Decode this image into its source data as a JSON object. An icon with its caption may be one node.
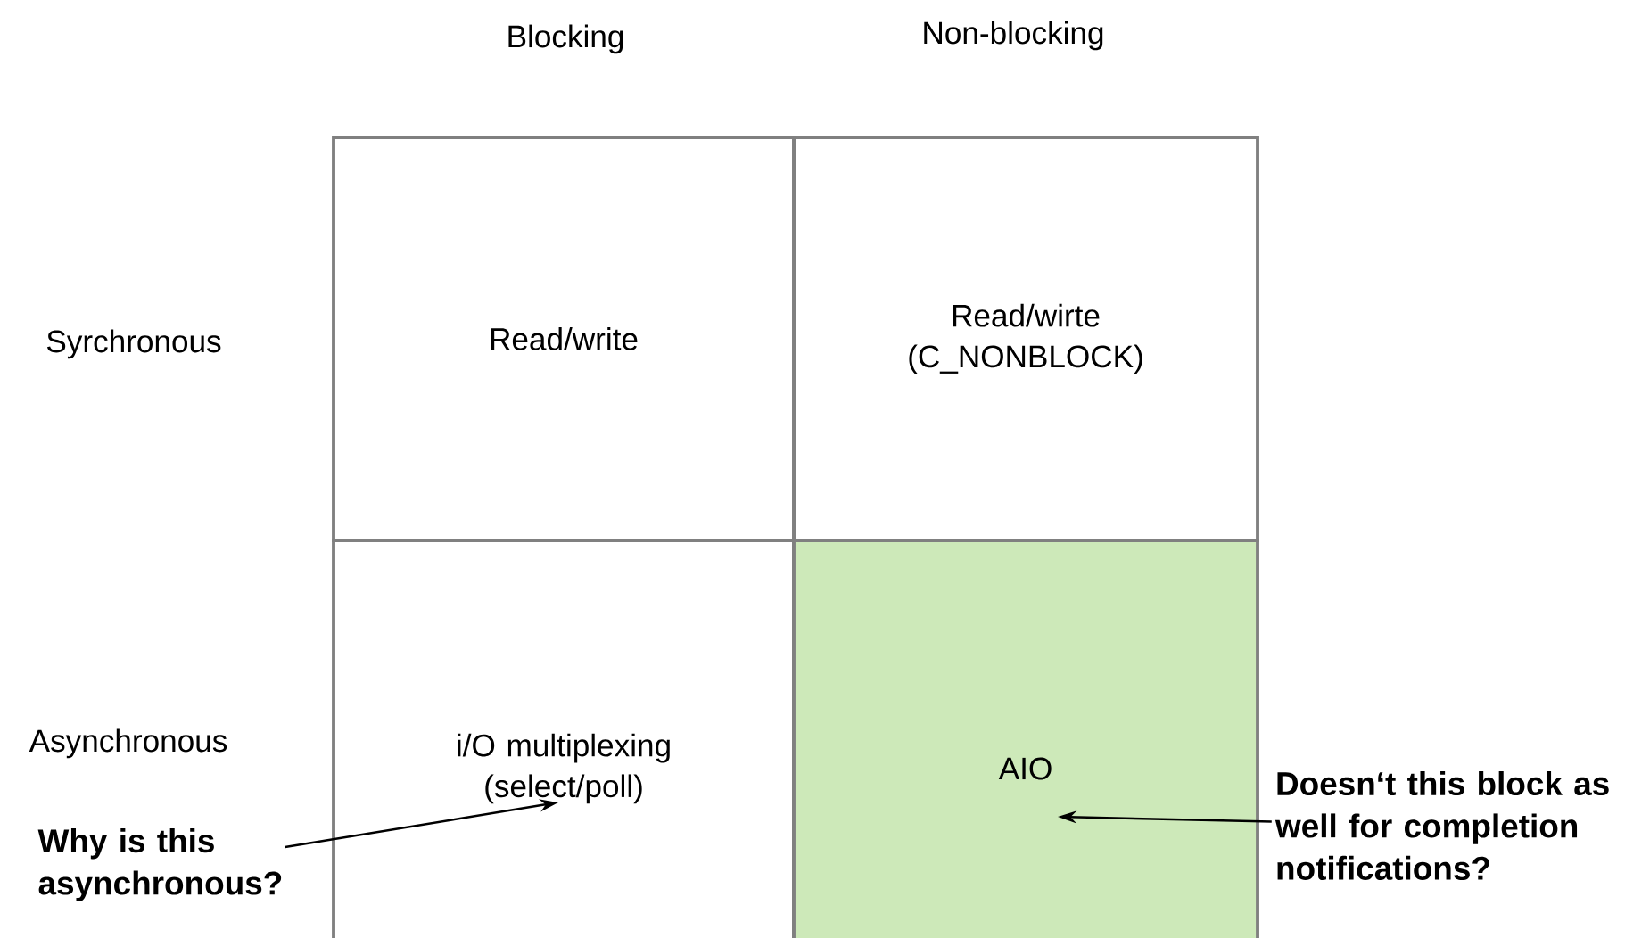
{
  "diagram": {
    "nodes": [
      {
        "text": [
          "Read/write"
        ]
      },
      {
        "text": [
          "Read/wirte (C_NONBLOCK)"
        ]
      },
      {
        "text": [
          "i/O multiplexing (select/poll)"
        ]
      },
      {
        "text": [
          "AIO"
        ]
      },
      {
        "text": [
          "Why is this asynchronous?"
        ]
      },
      {
        "text": [
          "Doesn‘t this block as well for completion notifications?"
        ]
      }
    ],
    "edges": [
      {
        "from": 4,
        "to": 2,
        "arrow": "to"
      },
      {
        "from": 5,
        "to": 3,
        "arrow": "to"
      }
    ],
    "labels": [
      "Blocking",
      "Non-blocking",
      "Syrchronous",
      "Asynchronous"
    ]
  }
}
